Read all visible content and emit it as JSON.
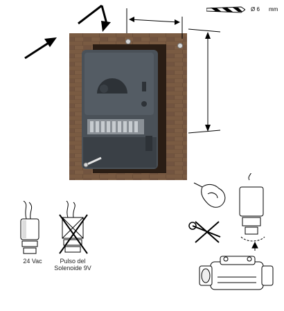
{
  "drill_bit": {
    "diameter": "Ø 6",
    "unit": "mm"
  },
  "solenoid_labels": {
    "supported": "24 Vac",
    "not_supported_line1": "Pulso del",
    "not_supported_line2": "Solenoide 9V"
  },
  "icons": {
    "mounting_arrows": "arrow-icon",
    "dimension_arrows": "double-arrow-icon",
    "crossed_tool": "crossed-wrench-icon",
    "hand_turn": "hand-tighten-icon",
    "rotation": "rotate-arrow-icon"
  },
  "colors": {
    "wall": "#6b4f3a",
    "mortar": "#9a8068",
    "controller": "#4a5158",
    "controller_dark": "#2d3237",
    "line": "#000000"
  }
}
